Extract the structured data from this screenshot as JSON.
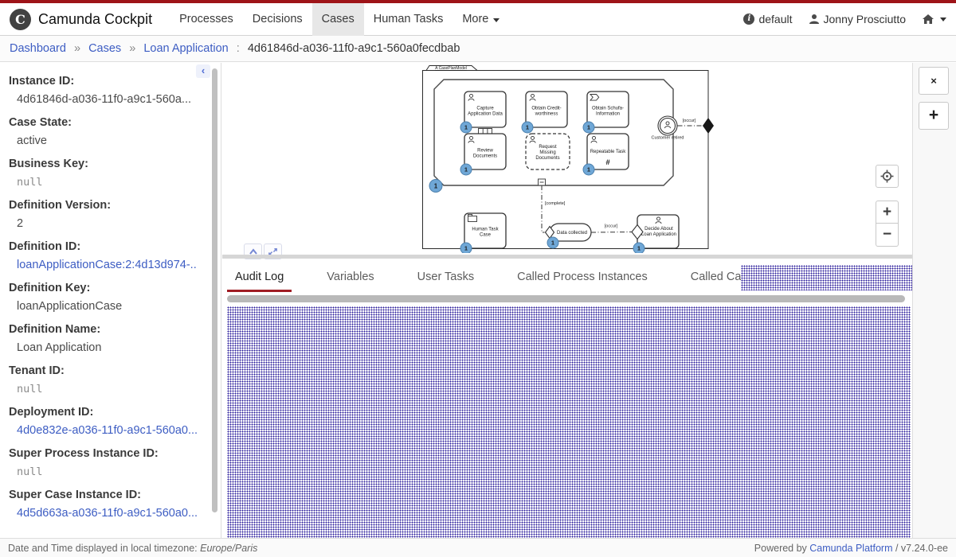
{
  "colors": {
    "top_bar": "#9e1418",
    "accent_red": "#a01c24",
    "link_blue": "#3d5dc3",
    "badge_fill": "#6fa7d6",
    "badge_stroke": "#4c80ad",
    "redact_dot": "#2a1b9b"
  },
  "navbar": {
    "logo_letter": "C",
    "brand": "Camunda Cockpit",
    "items": [
      {
        "label": "Processes"
      },
      {
        "label": "Decisions"
      },
      {
        "label": "Cases"
      },
      {
        "label": "Human Tasks"
      },
      {
        "label": "More"
      }
    ],
    "engine": "default",
    "user": "Jonny Prosciutto"
  },
  "breadcrumb": {
    "links": [
      "Dashboard",
      "Cases",
      "Loan Application"
    ],
    "separator": "»",
    "colon": ":",
    "instance_id": "4d61846d-a036-11f0-a9c1-560a0fecdbab"
  },
  "sidebar": {
    "fields": [
      {
        "label": "Instance ID:",
        "value": "4d61846d-a036-11f0-a9c1-560a...",
        "kind": "text"
      },
      {
        "label": "Case State:",
        "value": "active",
        "kind": "text"
      },
      {
        "label": "Business Key:",
        "value": "null",
        "kind": "code"
      },
      {
        "label": "Definition Version:",
        "value": "2",
        "kind": "text"
      },
      {
        "label": "Definition ID:",
        "value": "loanApplicationCase:2:4d13d974-...",
        "kind": "link"
      },
      {
        "label": "Definition Key:",
        "value": "loanApplicationCase",
        "kind": "text"
      },
      {
        "label": "Definition Name:",
        "value": "Loan Application",
        "kind": "text"
      },
      {
        "label": "Tenant ID:",
        "value": "null",
        "kind": "code"
      },
      {
        "label": "Deployment ID:",
        "value": "4d0e832e-a036-11f0-a9c1-560a0...",
        "kind": "link"
      },
      {
        "label": "Super Process Instance ID:",
        "value": "null",
        "kind": "code"
      },
      {
        "label": "Super Case Instance ID:",
        "value": "4d5d663a-a036-11f0-a9c1-560a0...",
        "kind": "link"
      }
    ]
  },
  "diagram": {
    "plan_model_label": "A CasePlanModel",
    "instance_badge": "1",
    "tasks": [
      {
        "name": "capture-application-data",
        "lines": [
          "Capture",
          "Application Data"
        ]
      },
      {
        "name": "obtain-credit-worthiness",
        "lines": [
          "Obtain Credit-",
          "worthiness"
        ]
      },
      {
        "name": "obtain-schufa-information",
        "lines": [
          "Obtain Schufa-",
          "Information"
        ]
      },
      {
        "name": "review-documents",
        "lines": [
          "Review",
          "Documents"
        ]
      },
      {
        "name": "request-missing-documents",
        "lines": [
          "Request",
          "Missing",
          "Documents"
        ]
      },
      {
        "name": "repeatable-task",
        "lines": [
          "Repeatable Task"
        ],
        "marker": "#"
      },
      {
        "name": "human-task-case",
        "lines": [
          "Human Task",
          "Case"
        ]
      },
      {
        "name": "decide-about-loan-application",
        "lines": [
          "Decide About",
          "Loan Application"
        ]
      }
    ],
    "milestone": {
      "label": "Data collected"
    },
    "event": {
      "label": "Customer retired"
    },
    "edge_labels": {
      "occur_event": "[occur]",
      "complete": "[complete]",
      "occur_milestone": "[occur]"
    }
  },
  "controls": {
    "zoom_in": "+",
    "zoom_out": "−",
    "close_panel": "×",
    "add_panel": "+",
    "collapse_sidebar": "‹"
  },
  "tabs": {
    "items": [
      {
        "label": "Audit Log"
      },
      {
        "label": "Variables"
      },
      {
        "label": "User Tasks"
      },
      {
        "label": "Called Process Instances"
      },
      {
        "label": "Called Case Instances"
      }
    ]
  },
  "footer": {
    "tz_prefix": "Date and Time displayed in local timezone: ",
    "timezone": "Europe/Paris",
    "powered_prefix": "Powered by ",
    "powered_link": "Camunda Platform",
    "version_suffix": " / v7.24.0-ee"
  }
}
